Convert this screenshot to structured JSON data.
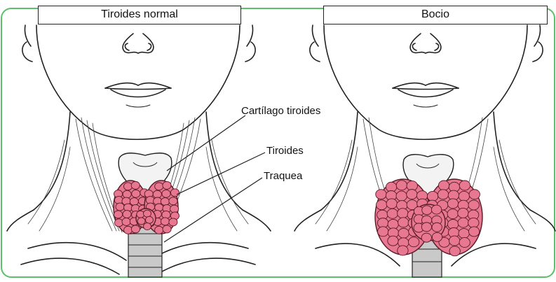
{
  "panels": {
    "left": {
      "title": "Tiroides normal"
    },
    "right": {
      "title": "Bocio"
    }
  },
  "labels": {
    "thyroid_cartilage": "Cartílago tiroides",
    "thyroid": "Tiroides",
    "trachea": "Traquea"
  },
  "colors": {
    "frame": "#5cbf6a",
    "thyroid_fill": "#e87891",
    "thyroid_stroke": "#5a1a26",
    "cartilage_fill": "#f3f3f3",
    "trachea_fill": "#c9c9c9",
    "line": "#222222"
  }
}
